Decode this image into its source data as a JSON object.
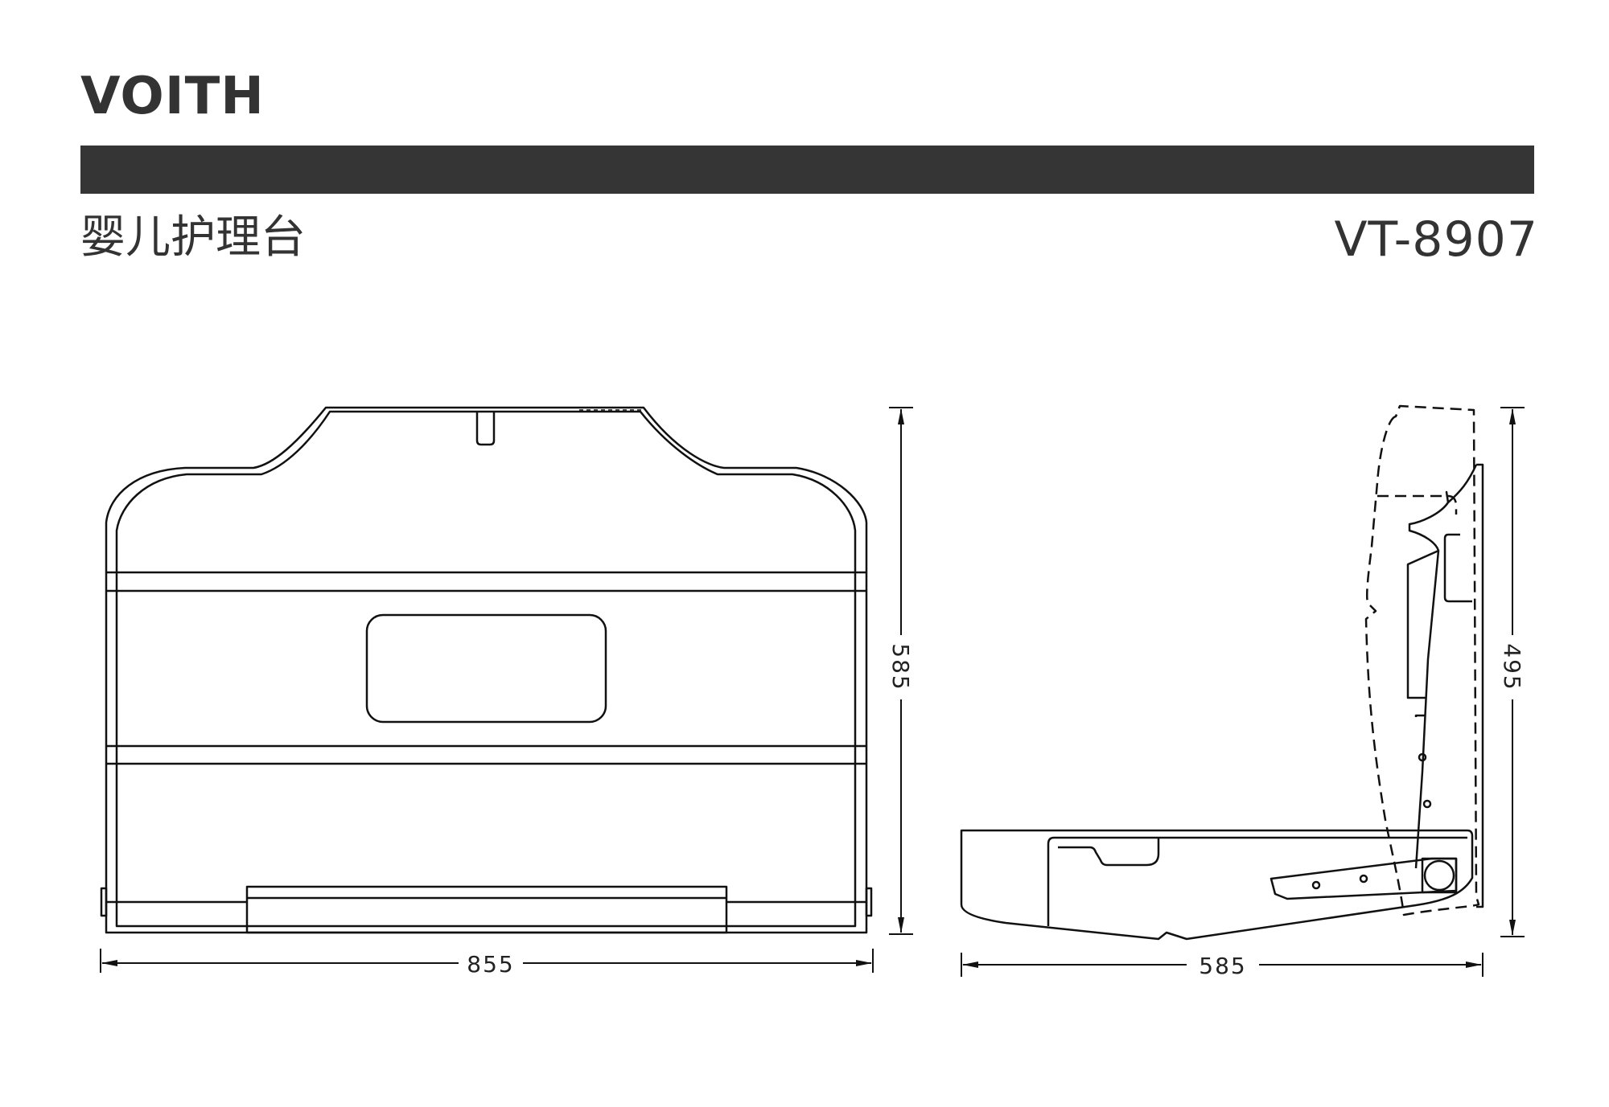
{
  "header": {
    "brand": "VOITH",
    "product_name": "婴儿护理台",
    "model_number": "VT-8907"
  },
  "colors": {
    "text": "#333333",
    "bar": "#353535",
    "line": "#111111",
    "background": "#ffffff"
  },
  "dimensions": {
    "front_width": "855",
    "front_height": "585",
    "side_depth": "585",
    "side_height": "495"
  }
}
